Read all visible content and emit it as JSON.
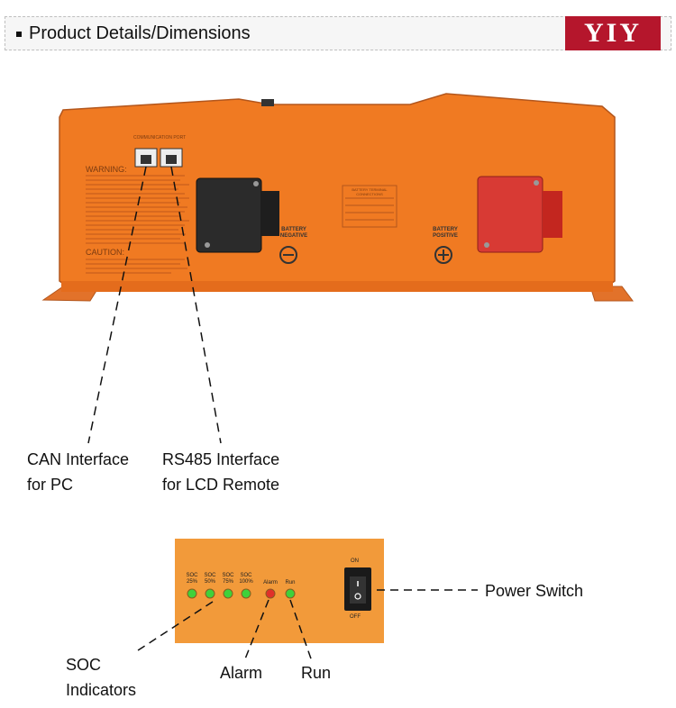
{
  "header": {
    "title": "Product Details/Dimensions",
    "logo_text": "YIY"
  },
  "device": {
    "port_label": "COMMUNICATION PORT",
    "warning_title": "WARNING:",
    "caution_title": "CAUTION:",
    "battery_terminal_title": "BATTERY TERMINAL CONNECTIONS",
    "negative_label": "BATTERY NEGATIVE",
    "positive_label": "BATTERY POSITIVE"
  },
  "callouts": {
    "can": {
      "line1": "CAN Interface",
      "line2": "for PC"
    },
    "rs485": {
      "line1": "RS485 Interface",
      "line2": "for LCD Remote"
    },
    "power_switch": "Power Switch",
    "soc": {
      "line1": "SOC",
      "line2": "Indicators"
    },
    "alarm": "Alarm",
    "run": "Run"
  },
  "panel": {
    "leds": [
      {
        "label": "SOC\n25%",
        "color": "#3fd13a"
      },
      {
        "label": "SOC\n50%",
        "color": "#3fd13a"
      },
      {
        "label": "SOC\n75%",
        "color": "#3fd13a"
      },
      {
        "label": "SOC\n100%",
        "color": "#3fd13a"
      },
      {
        "label": "Alarm",
        "color": "#e0312a"
      },
      {
        "label": "Run",
        "color": "#3fd13a"
      }
    ],
    "switch_on": "ON",
    "switch_off": "OFF"
  },
  "colors": {
    "device_orange": "#f07a22",
    "panel_orange": "#f29a3a",
    "logo_red": "#b5162c"
  }
}
